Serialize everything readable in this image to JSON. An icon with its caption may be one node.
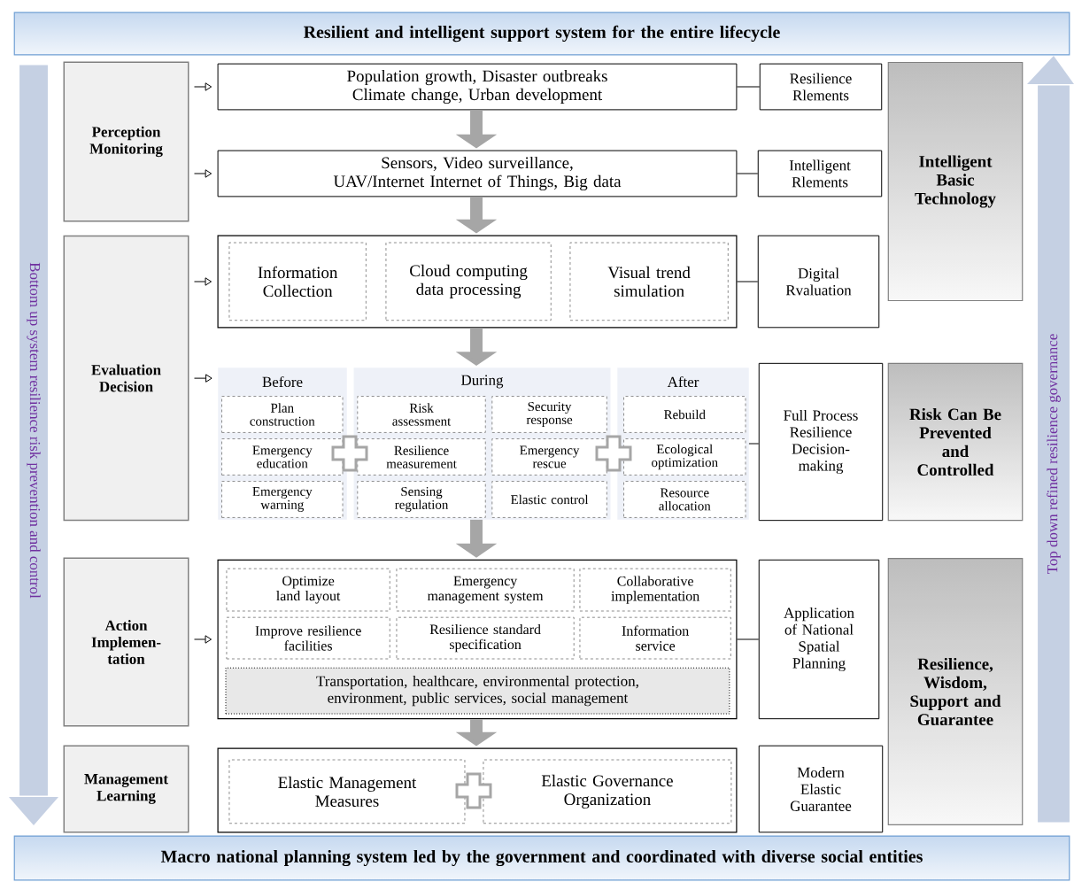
{
  "diagram": {
    "nodes": [
      {
        "text": [
          "Resilient and intelligent support system for the entire lifecycle"
        ]
      },
      {
        "text": [
          "Bottom up system resilience risk prevention and control"
        ]
      },
      {
        "text": [
          "Perception Monitoring"
        ]
      },
      {
        "text": [
          "Population growth, Disaster outbreaks Climate change, Urban development"
        ]
      },
      {
        "text": [
          "Resilience Rlements"
        ]
      },
      {
        "text": [
          "Intelligent Basic Technology"
        ]
      },
      {
        "text": [
          "Top down refined resilience governance"
        ]
      },
      {
        "text": [
          "Sensors, Video surveillance, UAV/Internet Internet of Things, Big data"
        ]
      },
      {
        "text": [
          "Intelligent Rlements"
        ]
      },
      {
        "text": [
          "Evaluation Decision"
        ]
      },
      {
        "text": [],
        "shape": "box"
      },
      {
        "text": [
          "Information Collection"
        ],
        "in": 10
      },
      {
        "text": [
          "Cloud computing data processing"
        ],
        "in": 10
      },
      {
        "text": [
          "Visual trend simulation"
        ],
        "in": 10
      },
      {
        "text": [
          "Digital Rvaluation"
        ]
      },
      {
        "text": [
          "Before"
        ]
      },
      {
        "text": [
          "Plan construction"
        ],
        "in": 15
      },
      {
        "text": [
          "Emergency education"
        ],
        "in": 15
      },
      {
        "text": [
          "Emergency warning"
        ],
        "in": 15
      },
      {
        "text": [
          "During"
        ]
      },
      {
        "text": [
          "Risk assessment"
        ],
        "in": 19
      },
      {
        "text": [
          "Security response"
        ],
        "in": 19
      },
      {
        "text": [
          "Resilience measurement"
        ],
        "in": 19
      },
      {
        "text": [
          "Emergency rescue"
        ],
        "in": 19
      },
      {
        "text": [
          "Sensing regulation"
        ],
        "in": 19
      },
      {
        "text": [
          "Elastic control"
        ],
        "in": 19
      },
      {
        "text": [
          "After"
        ]
      },
      {
        "text": [
          "Rebuild"
        ],
        "in": 26
      },
      {
        "text": [
          "Ecological optimization"
        ],
        "in": 26
      },
      {
        "text": [
          "Resource allocation"
        ],
        "in": 26
      },
      {
        "text": [
          "Full Process Resilience Decision-making"
        ]
      },
      {
        "text": [
          "Risk Can Be Prevented and Controlled"
        ]
      },
      {
        "text": [
          "Action Implemen-tation"
        ]
      },
      {
        "text": [],
        "shape": "box"
      },
      {
        "text": [
          "Optimize land layout"
        ],
        "in": 33
      },
      {
        "text": [
          "Emergency management system"
        ],
        "in": 33
      },
      {
        "text": [
          "Collaborative implementation"
        ],
        "in": 33
      },
      {
        "text": [
          "Improve resilience facilities"
        ],
        "in": 33
      },
      {
        "text": [
          "Resilience standard specification"
        ],
        "in": 33
      },
      {
        "text": [
          "Information service"
        ],
        "in": 33
      },
      {
        "text": [
          "Transportation, healthcare, environmental protection, environment, public services, social management"
        ],
        "in": 33
      },
      {
        "text": [
          "Application of National Spatial Planning"
        ]
      },
      {
        "text": [
          "Resilience, Wisdom, Support and Guarantee"
        ]
      },
      {
        "text": [
          "Management Learning"
        ]
      },
      {
        "text": [],
        "shape": "box"
      },
      {
        "text": [
          "Elastic Management Measures"
        ],
        "in": 44
      },
      {
        "text": [
          "Elastic Governance Organization"
        ],
        "in": 44
      },
      {
        "text": [
          "Modern Elastic Guarantee"
        ]
      },
      {
        "text": [
          "Macro national planning system led by the government and coordinated with diverse social entities"
        ]
      }
    ],
    "edges": [
      {
        "from": 2,
        "to": 3,
        "arrow": "to"
      },
      {
        "from": 2,
        "to": 7,
        "arrow": "to"
      },
      {
        "from": 9,
        "to": 10,
        "arrow": "to"
      },
      {
        "from": 9,
        "to": 15,
        "arrow": "to"
      },
      {
        "from": 32,
        "to": 33,
        "arrow": "to"
      },
      {
        "from": 3,
        "to": 4,
        "arrow": "none"
      },
      {
        "from": 7,
        "to": 8,
        "arrow": "none"
      },
      {
        "from": 10,
        "to": 14,
        "arrow": "none"
      },
      {
        "from": 26,
        "to": 30,
        "arrow": "none"
      },
      {
        "from": 33,
        "to": 41,
        "arrow": "none"
      },
      {
        "from": 3,
        "to": 7,
        "arrow": "to",
        "style": "thick",
        "color": "#a6a6a6"
      },
      {
        "from": 7,
        "to": 10,
        "arrow": "to",
        "style": "thick",
        "color": "#a6a6a6"
      },
      {
        "from": 10,
        "to": 19,
        "arrow": "to",
        "style": "thick",
        "color": "#a6a6a6"
      },
      {
        "from": 19,
        "to": 33,
        "arrow": "to",
        "style": "thick",
        "color": "#a6a6a6"
      },
      {
        "from": 33,
        "to": 44,
        "arrow": "to",
        "style": "thick",
        "color": "#a6a6a6"
      }
    ]
  }
}
